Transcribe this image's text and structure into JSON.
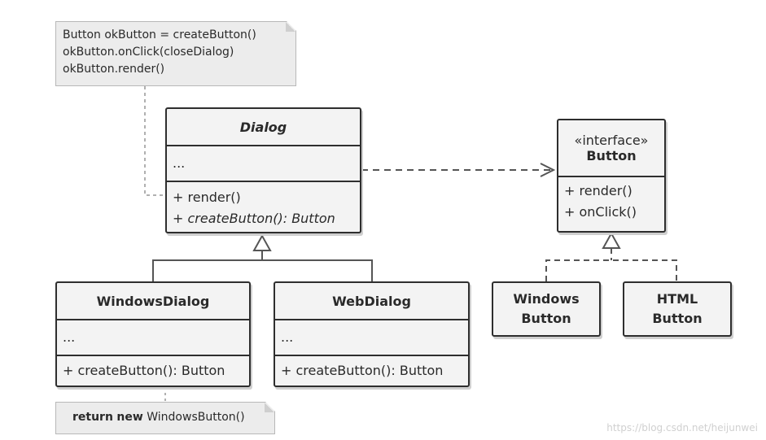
{
  "note_top": {
    "lines": [
      "Button okButton = createButton()",
      "okButton.onClick(closeDialog)",
      "okButton.render()"
    ]
  },
  "note_bottom": {
    "keyword1": "return",
    "keyword2": "new",
    "text": "WindowsButton()"
  },
  "dialog": {
    "name": "Dialog",
    "fields": "...",
    "method1": "+ render()",
    "method2": "+ createButton(): Button"
  },
  "windows_dialog": {
    "name": "WindowsDialog",
    "fields": "...",
    "method1": "+ createButton(): Button"
  },
  "web_dialog": {
    "name": "WebDialog",
    "fields": "...",
    "method1": "+ createButton(): Button"
  },
  "button_interface": {
    "stereotype": "«interface»",
    "name": "Button",
    "method1": "+ render()",
    "method2": "+ onClick()"
  },
  "windows_button": {
    "line1": "Windows",
    "line2": "Button"
  },
  "html_button": {
    "line1": "HTML",
    "line2": "Button"
  },
  "watermark": "https://blog.csdn.net/heijunwei",
  "colors": {
    "box_fill": "#f3f3f3",
    "box_border": "#2e2e2e",
    "note_fill": "#ececec",
    "connector": "#555555",
    "note_connector": "#b0b0b0"
  }
}
